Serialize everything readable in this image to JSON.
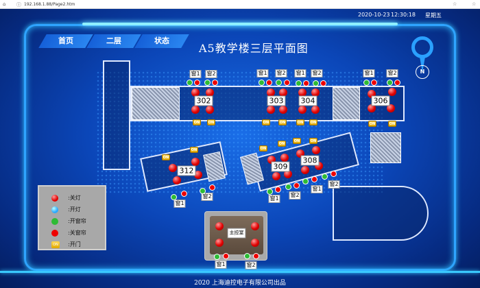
{
  "browser": {
    "url": "192.168.1.88/Page2.htm"
  },
  "header": {
    "date": "2020-10-23",
    "time": "12:30:18",
    "weekday": "星期五"
  },
  "nav": {
    "tabs": [
      {
        "label": "首页"
      },
      {
        "label": "二层"
      },
      {
        "label": "状态"
      }
    ]
  },
  "title": "A5教学楼三层平面图",
  "compass": "N",
  "legend": [
    {
      "label": ":关灯",
      "symbol": "red-light"
    },
    {
      "label": ":开灯",
      "symbol": "blue-light"
    },
    {
      "label": ":开窗帘",
      "symbol": "green-dot"
    },
    {
      "label": ":关窗帘",
      "symbol": "red-dot"
    },
    {
      "label": ":开门",
      "symbol": "door-on"
    }
  ],
  "door_label": "ON",
  "rooms": [
    {
      "id": "302",
      "windows": [
        "窗1",
        "窗2"
      ],
      "lights": [
        "off",
        "off",
        "off",
        "off"
      ],
      "curtains": [
        "open",
        "closed",
        "open",
        "closed"
      ],
      "doors": [
        "ON",
        "ON"
      ]
    },
    {
      "id": "303",
      "windows": [
        "窗1",
        "窗2"
      ],
      "lights": [
        "off",
        "off",
        "off",
        "off"
      ],
      "curtains": [
        "open",
        "closed",
        "open",
        "closed"
      ],
      "doors": [
        "ON",
        "ON"
      ]
    },
    {
      "id": "304",
      "windows": [
        "窗1",
        "窗2"
      ],
      "lights": [
        "off",
        "off",
        "off",
        "off"
      ],
      "curtains": [
        "open",
        "closed",
        "open",
        "closed"
      ],
      "doors": [
        "ON",
        "ON"
      ]
    },
    {
      "id": "306",
      "windows": [
        "窗1",
        "窗2"
      ],
      "lights": [
        "off",
        "off",
        "off",
        "off"
      ],
      "curtains": [
        "open",
        "closed",
        "open",
        "closed"
      ],
      "doors": [
        "ON",
        "ON"
      ]
    },
    {
      "id": "312",
      "windows": [
        "窗1",
        "窗2"
      ],
      "lights": [
        "off",
        "off",
        "off",
        "off"
      ],
      "curtains": [
        "open",
        "closed",
        "open",
        "closed"
      ],
      "doors": [
        "ON",
        "ON"
      ]
    },
    {
      "id": "309",
      "windows": [
        "窗1",
        "窗2"
      ],
      "lights": [
        "off",
        "off",
        "off",
        "off"
      ],
      "curtains": [
        "open",
        "closed",
        "open",
        "closed"
      ],
      "doors": [
        "ON",
        "ON"
      ]
    },
    {
      "id": "308",
      "windows": [
        "窗1",
        "窗2"
      ],
      "lights": [
        "off",
        "off",
        "off",
        "off"
      ],
      "curtains": [
        "open",
        "closed",
        "open",
        "closed"
      ],
      "doors": [
        "ON",
        "ON"
      ]
    },
    {
      "id": "主控室",
      "windows": [
        "窗1",
        "窗2"
      ],
      "lights": [
        "off",
        "off",
        "off",
        "off"
      ],
      "curtains": [
        "open",
        "closed",
        "open",
        "closed"
      ],
      "doors": []
    }
  ],
  "footer": "2020  上海迪控电子有限公司出品",
  "colors": {
    "light_off": "#e00000",
    "curtain_open": "#2dbb35",
    "curtain_closed": "#e00000",
    "frame": "#2fa4ff"
  }
}
